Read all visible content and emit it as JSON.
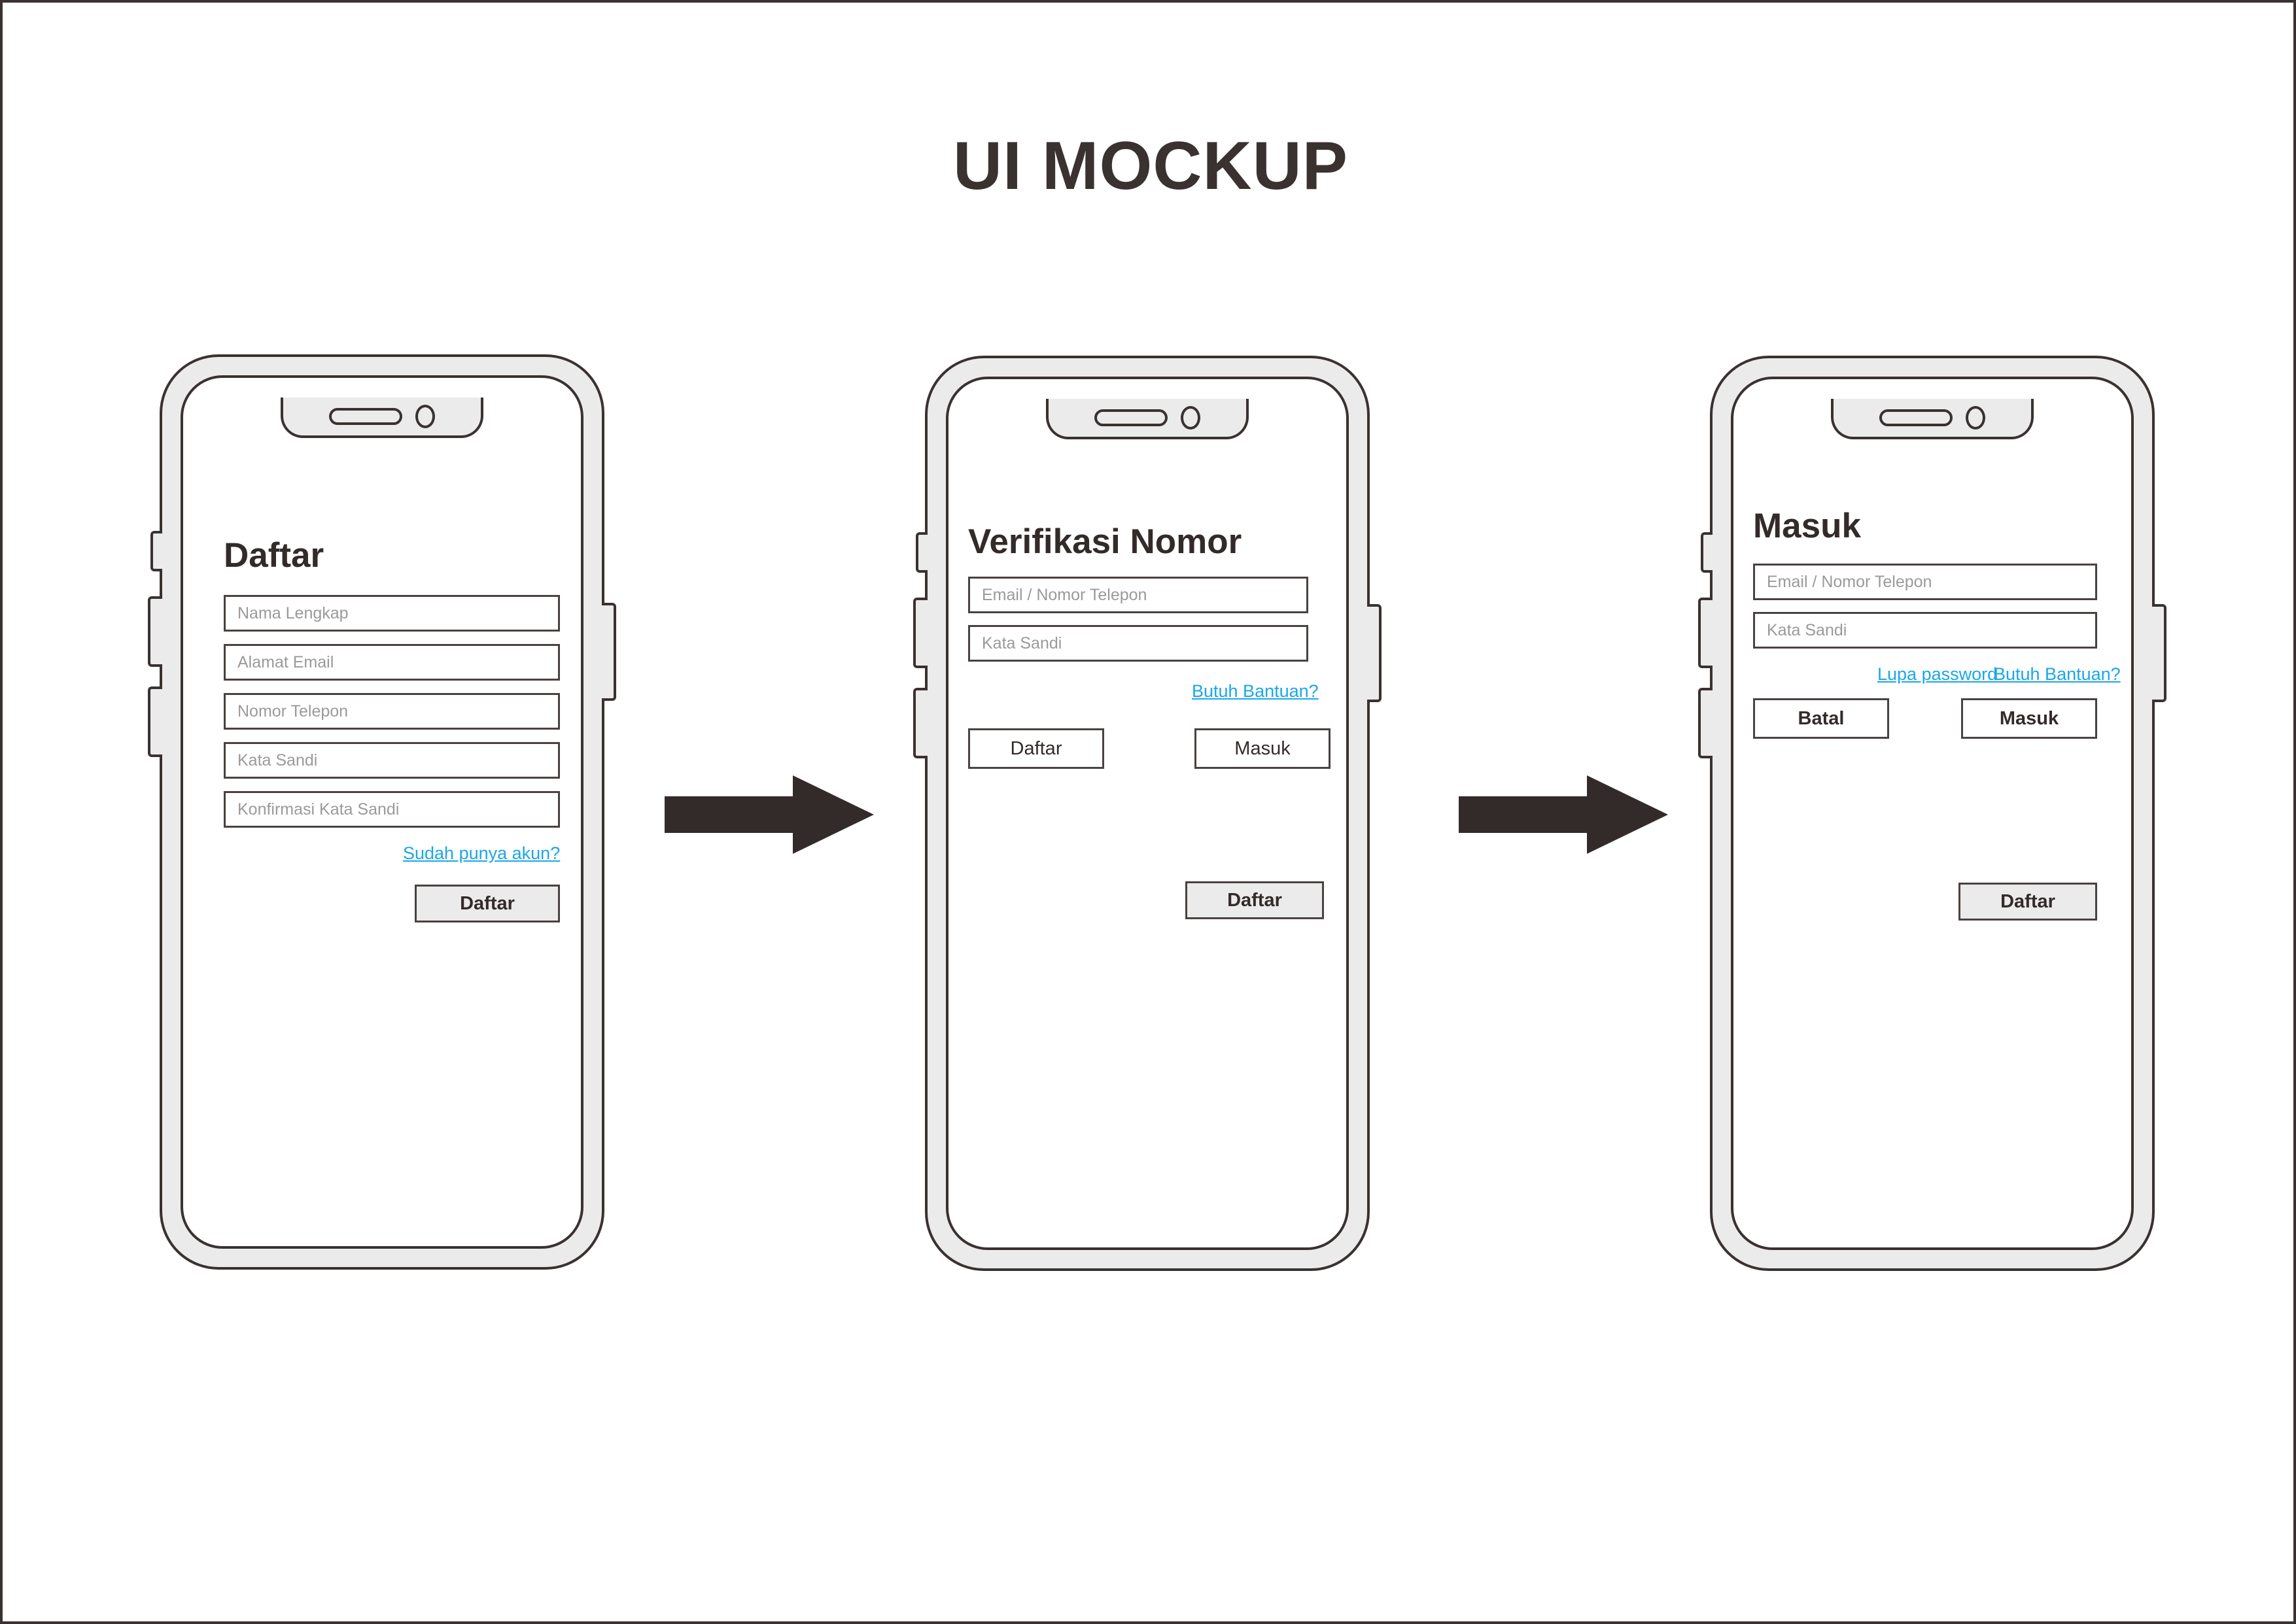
{
  "title": "UI MOCKUP",
  "colors": {
    "link": "#1aa7e8",
    "ink": "#332b2a",
    "frame": "#ebebeb",
    "outline": "#3a3230",
    "placeholder": "#9a9a9a"
  },
  "screens": [
    {
      "name": "daftar",
      "title": "Daftar",
      "fields": [
        {
          "name": "nama-lengkap",
          "placeholder": "Nama Lengkap"
        },
        {
          "name": "alamat-email",
          "placeholder": "Alamat Email"
        },
        {
          "name": "nomor-telepon",
          "placeholder": "Nomor Telepon"
        },
        {
          "name": "kata-sandi",
          "placeholder": "Kata Sandi"
        },
        {
          "name": "konfirmasi-kata-sandi",
          "placeholder": "Konfirmasi Kata Sandi"
        }
      ],
      "links": [
        {
          "name": "sudah-punya-akun",
          "label": "Sudah punya akun?"
        }
      ],
      "buttons": [
        {
          "name": "daftar-submit",
          "label": "Daftar",
          "style": "filled"
        }
      ]
    },
    {
      "name": "verifikasi-nomor",
      "title": "Verifikasi Nomor",
      "fields": [
        {
          "name": "email-nomor-telepon",
          "placeholder": "Email / Nomor Telepon"
        },
        {
          "name": "kata-sandi",
          "placeholder": "Kata Sandi"
        }
      ],
      "links": [
        {
          "name": "butuh-bantuan",
          "label": "Butuh Bantuan?"
        }
      ],
      "buttons": [
        {
          "name": "daftar",
          "label": "Daftar",
          "style": "plain"
        },
        {
          "name": "masuk",
          "label": "Masuk",
          "style": "plain"
        },
        {
          "name": "daftar-submit",
          "label": "Daftar",
          "style": "filled"
        }
      ]
    },
    {
      "name": "masuk",
      "title": "Masuk",
      "fields": [
        {
          "name": "email-nomor-telepon",
          "placeholder": "Email / Nomor Telepon"
        },
        {
          "name": "kata-sandi",
          "placeholder": "Kata Sandi"
        }
      ],
      "links": [
        {
          "name": "lupa-password",
          "label": "Lupa password"
        },
        {
          "name": "butuh-bantuan",
          "label": "Butuh Bantuan?"
        }
      ],
      "buttons": [
        {
          "name": "batal",
          "label": "Batal",
          "style": "bold"
        },
        {
          "name": "masuk",
          "label": "Masuk",
          "style": "bold"
        },
        {
          "name": "daftar-submit",
          "label": "Daftar",
          "style": "filled"
        }
      ]
    }
  ],
  "flow_arrows": [
    {
      "name": "arrow-1",
      "from": "daftar",
      "to": "verifikasi-nomor"
    },
    {
      "name": "arrow-2",
      "from": "verifikasi-nomor",
      "to": "masuk"
    }
  ]
}
